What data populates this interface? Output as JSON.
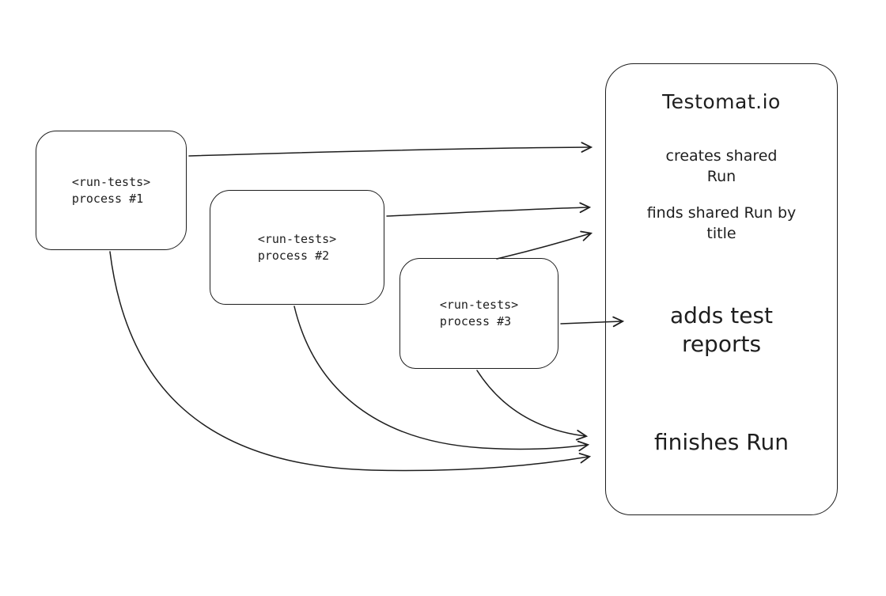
{
  "colors": {
    "stroke": "#1e1e1e",
    "background": "#ffffff"
  },
  "processes": [
    {
      "line1": "<run-tests>",
      "line2": "process #1"
    },
    {
      "line1": "<run-tests>",
      "line2": "process #2"
    },
    {
      "line1": "<run-tests>",
      "line2": "process #3"
    }
  ],
  "service": {
    "title": "Testomat.io",
    "actions": [
      "creates shared Run",
      "finds shared Run by title",
      "adds test reports",
      "finishes Run"
    ]
  },
  "arrows": [
    {
      "from": "process-1",
      "to": "creates-shared-run"
    },
    {
      "from": "process-2",
      "to": "finds-shared-run-by-title"
    },
    {
      "from": "process-3",
      "to": "finds-shared-run-by-title"
    },
    {
      "from": "process-3",
      "to": "adds-test-reports"
    },
    {
      "from": "process-1",
      "to": "finishes-run"
    },
    {
      "from": "process-2",
      "to": "finishes-run"
    },
    {
      "from": "process-3",
      "to": "finishes-run"
    }
  ]
}
